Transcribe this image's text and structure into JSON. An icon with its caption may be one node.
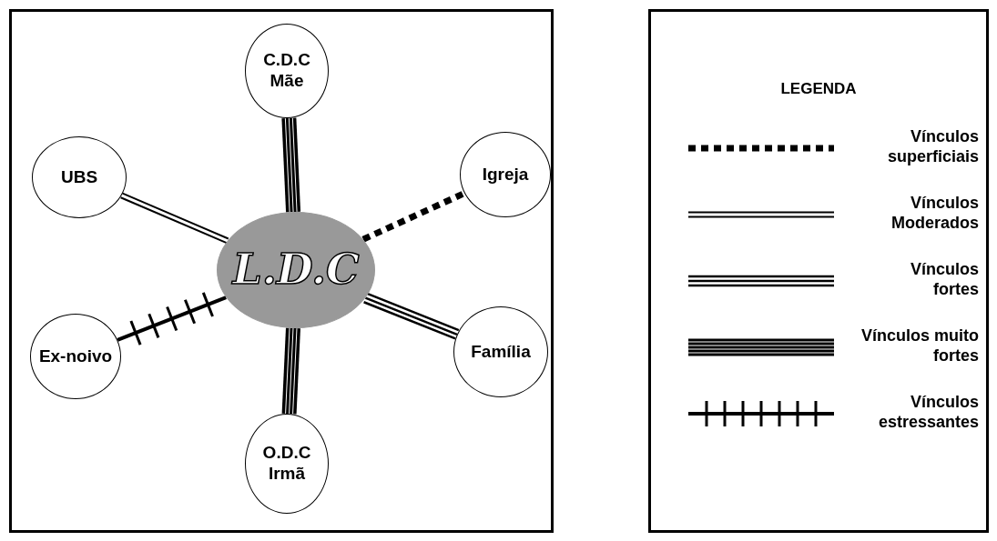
{
  "diagram": {
    "nodes": [
      {
        "text": [
          "C.D.C Mãe"
        ]
      },
      {
        "text": [
          "UBS"
        ]
      },
      {
        "text": [
          "Igreja"
        ]
      },
      {
        "text": [
          "L.D.C"
        ]
      },
      {
        "text": [
          "Ex-noivo"
        ]
      },
      {
        "text": [
          "Família"
        ]
      },
      {
        "text": [
          "O.D.C Irmã"
        ]
      }
    ],
    "edges": [
      {
        "from": 3,
        "to": 0,
        "arrow": "none",
        "style": "thick"
      },
      {
        "from": 3,
        "to": 1,
        "arrow": "none"
      },
      {
        "from": 3,
        "to": 2,
        "arrow": "none",
        "style": "dashed"
      },
      {
        "from": 3,
        "to": 4,
        "arrow": "none"
      },
      {
        "from": 3,
        "to": 5,
        "arrow": "none"
      },
      {
        "from": 3,
        "to": 6,
        "arrow": "none",
        "style": "thick"
      }
    ],
    "labels": [
      "LEGENDA"
    ],
    "legend": [
      {
        "text": "Vínculos superficiais"
      },
      {
        "text": "Vínculos Moderados"
      },
      {
        "text": "Vínculos fortes"
      },
      {
        "text": "Vínculos muito fortes"
      },
      {
        "text": "Vínculos estressantes"
      }
    ]
  }
}
